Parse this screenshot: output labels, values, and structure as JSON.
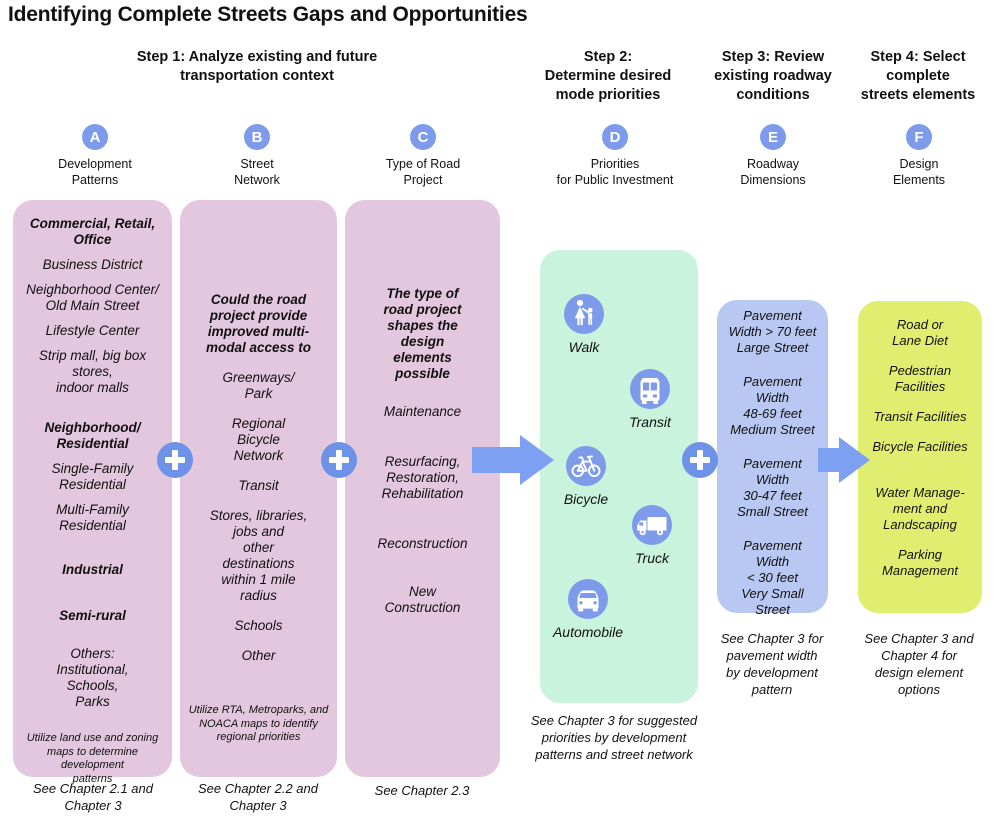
{
  "title": "Identifying Complete Streets Gaps and Opportunities",
  "steps": {
    "step1": "Step 1: Analyze existing and future\ntransportation context",
    "step2": "Step 2:\nDetermine desired\nmode priorities",
    "step3": "Step 3: Review\nexisting roadway\nconditions",
    "step4": "Step 4: Select\ncomplete\nstreets elements"
  },
  "badges": {
    "a": {
      "letter": "A",
      "label": "Development\nPatterns"
    },
    "b": {
      "letter": "B",
      "label": "Street\nNetwork"
    },
    "c": {
      "letter": "C",
      "label": "Type of Road\nProject"
    },
    "d": {
      "letter": "D",
      "label": "Priorities\nfor Public Investment"
    },
    "e": {
      "letter": "E",
      "label": "Roadway\nDimensions"
    },
    "f": {
      "letter": "F",
      "label": "Design\nElements"
    }
  },
  "col_a": {
    "items": [
      "Commercial, Retail,\nOffice",
      "Business District",
      "Neighborhood Center/\nOld Main Street",
      "Lifestyle Center",
      "Strip mall, big box stores,\nindoor malls",
      "Neighborhood/\nResidential",
      "Single-Family\nResidential",
      "Multi-Family\nResidential",
      "Industrial",
      "Semi-rural",
      "Others:\nInstitutional,\nSchools,\nParks"
    ],
    "note": "Utilize land use and zoning\nmaps to determine development\npatterns",
    "footer": "See Chapter 2.1 and\nChapter 3"
  },
  "col_b": {
    "items": [
      "Could the road\nproject provide\nimproved multi-\nmodal access to",
      "Greenways/\nPark",
      "Regional\nBicycle\nNetwork",
      "Transit",
      "Stores, libraries,\njobs and\nother\ndestinations\nwithin 1 mile\nradius",
      "Schools",
      "Other"
    ],
    "note": "Utilize RTA, Metroparks, and\nNOACA maps to identify\nregional priorities",
    "footer": "See Chapter 2.2 and\nChapter 3"
  },
  "col_c": {
    "items": [
      "The type of\nroad project\nshapes the\ndesign\nelements\npossible",
      "Maintenance",
      "Resurfacing,\nRestoration,\nRehabilitation",
      "Reconstruction",
      "New\nConstruction"
    ],
    "footer": "See Chapter 2.3"
  },
  "col_d": {
    "modes": [
      "Walk",
      "Transit",
      "Bicycle",
      "Truck",
      "Automobile"
    ],
    "footer": "See Chapter 3 for suggested\npriorities by development\npatterns and street network"
  },
  "col_e": {
    "items": [
      "Pavement\nWidth > 70 feet\nLarge Street",
      "Pavement\nWidth\n48-69 feet\nMedium Street",
      "Pavement\nWidth\n30-47 feet\nSmall Street",
      "Pavement\nWidth\n< 30 feet\nVery Small\nStreet"
    ],
    "footer": "See Chapter 3 for\npavement width\nby development\npattern"
  },
  "col_f": {
    "items": [
      "Road or\nLane Diet",
      "Pedestrian\nFacilities",
      "Transit Facilities",
      "Bicycle Facilities",
      "Water Manage-\nment and\nLandscaping",
      "Parking\nManagement"
    ],
    "footer": "See Chapter 3 and\nChapter 4 for\ndesign element\noptions"
  },
  "colors": {
    "badge_blue": "#7d9bea",
    "connector_blue": "#6e92e8",
    "arrow_blue": "#7ea0f2",
    "box_pink": "#e3c7de",
    "box_mint": "#c9f3dc",
    "box_periwinkle": "#b9c8f2",
    "box_lime": "#e0ee70",
    "text": "#111111"
  }
}
